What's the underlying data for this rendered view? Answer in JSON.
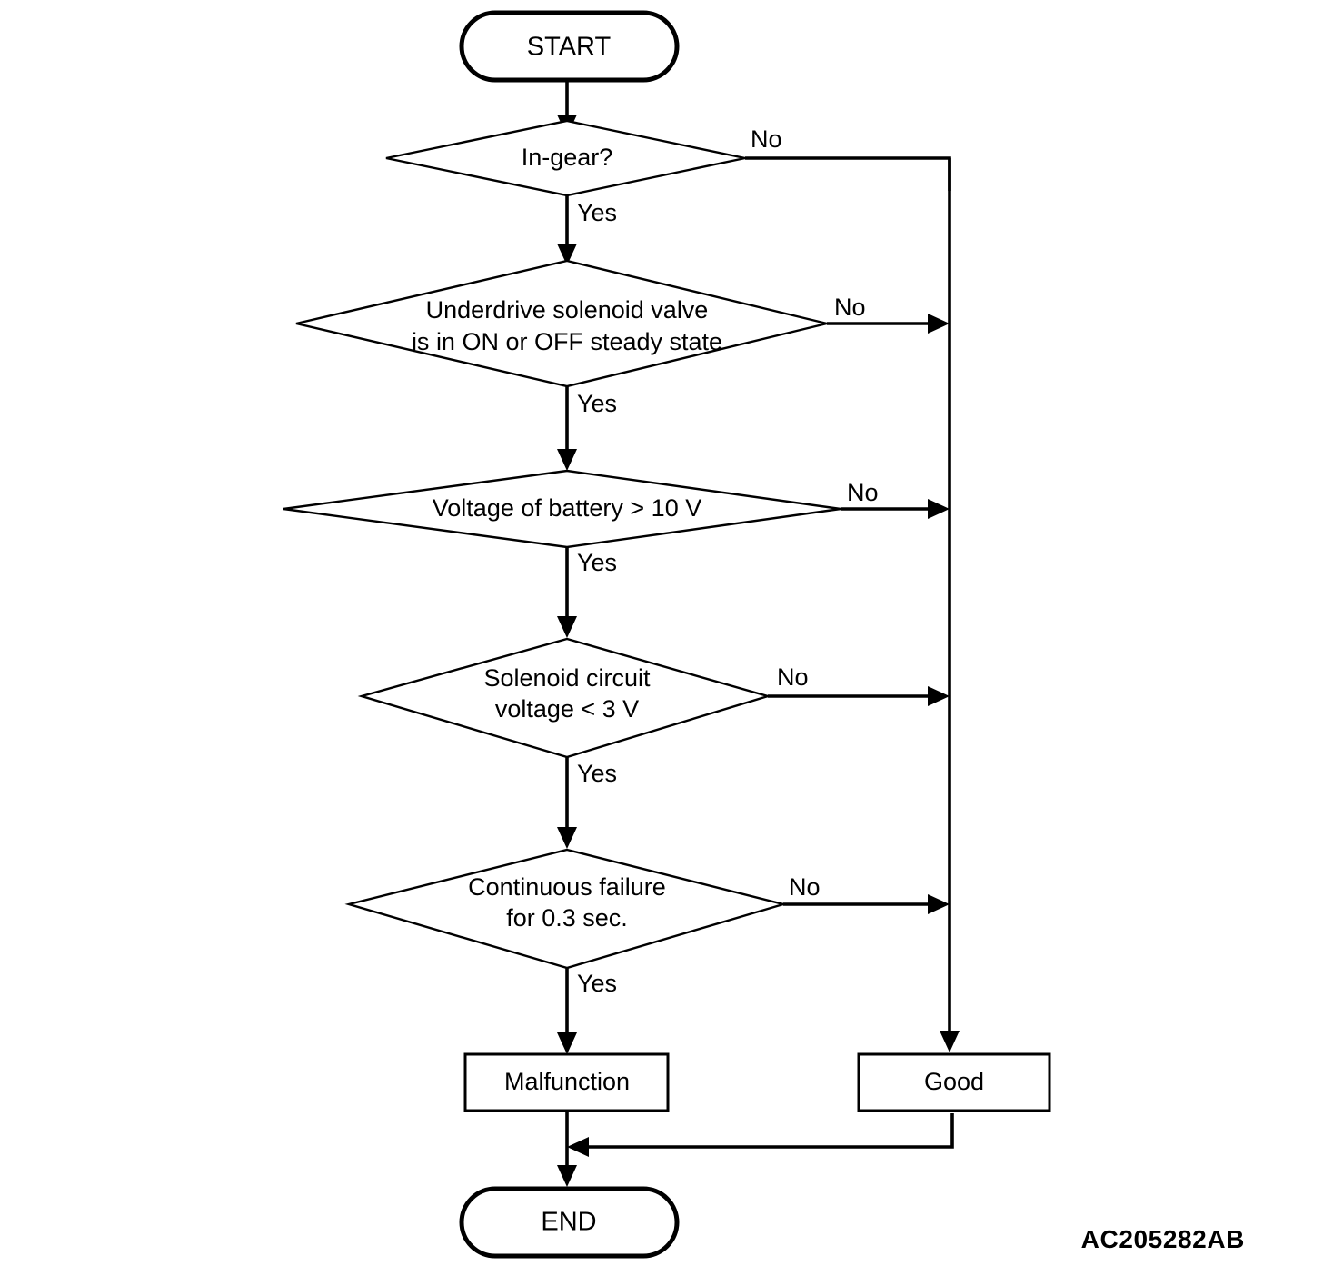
{
  "diagram": {
    "title": "Underdrive solenoid valve diagnostic logic flowchart",
    "reference_code": "AC205282AB",
    "line_color": "#000000",
    "fill_color": "#ffffff",
    "nodes": {
      "start": {
        "label": "START",
        "type": "terminator"
      },
      "decision_1": {
        "label": "In-gear?",
        "type": "decision"
      },
      "decision_2_line1": "Underdrive solenoid valve",
      "decision_2_line2": "is in ON or OFF steady state",
      "decision_3": {
        "label": "Voltage of battery > 10 V",
        "type": "decision"
      },
      "decision_4_line1": "Solenoid circuit",
      "decision_4_line2": "voltage < 3 V",
      "decision_5_line1": "Continuous failure",
      "decision_5_line2": "for 0.3 sec.",
      "malfunction": {
        "label": "Malfunction",
        "type": "process"
      },
      "good": {
        "label": "Good",
        "type": "process"
      },
      "end": {
        "label": "END",
        "type": "terminator"
      }
    },
    "edge_labels": {
      "yes_1": "Yes",
      "no_1": "No",
      "yes_2": "Yes",
      "no_2": "No",
      "yes_3": "Yes",
      "no_3": "No",
      "yes_4": "Yes",
      "no_4": "No",
      "yes_5": "Yes",
      "no_5": "No"
    }
  }
}
